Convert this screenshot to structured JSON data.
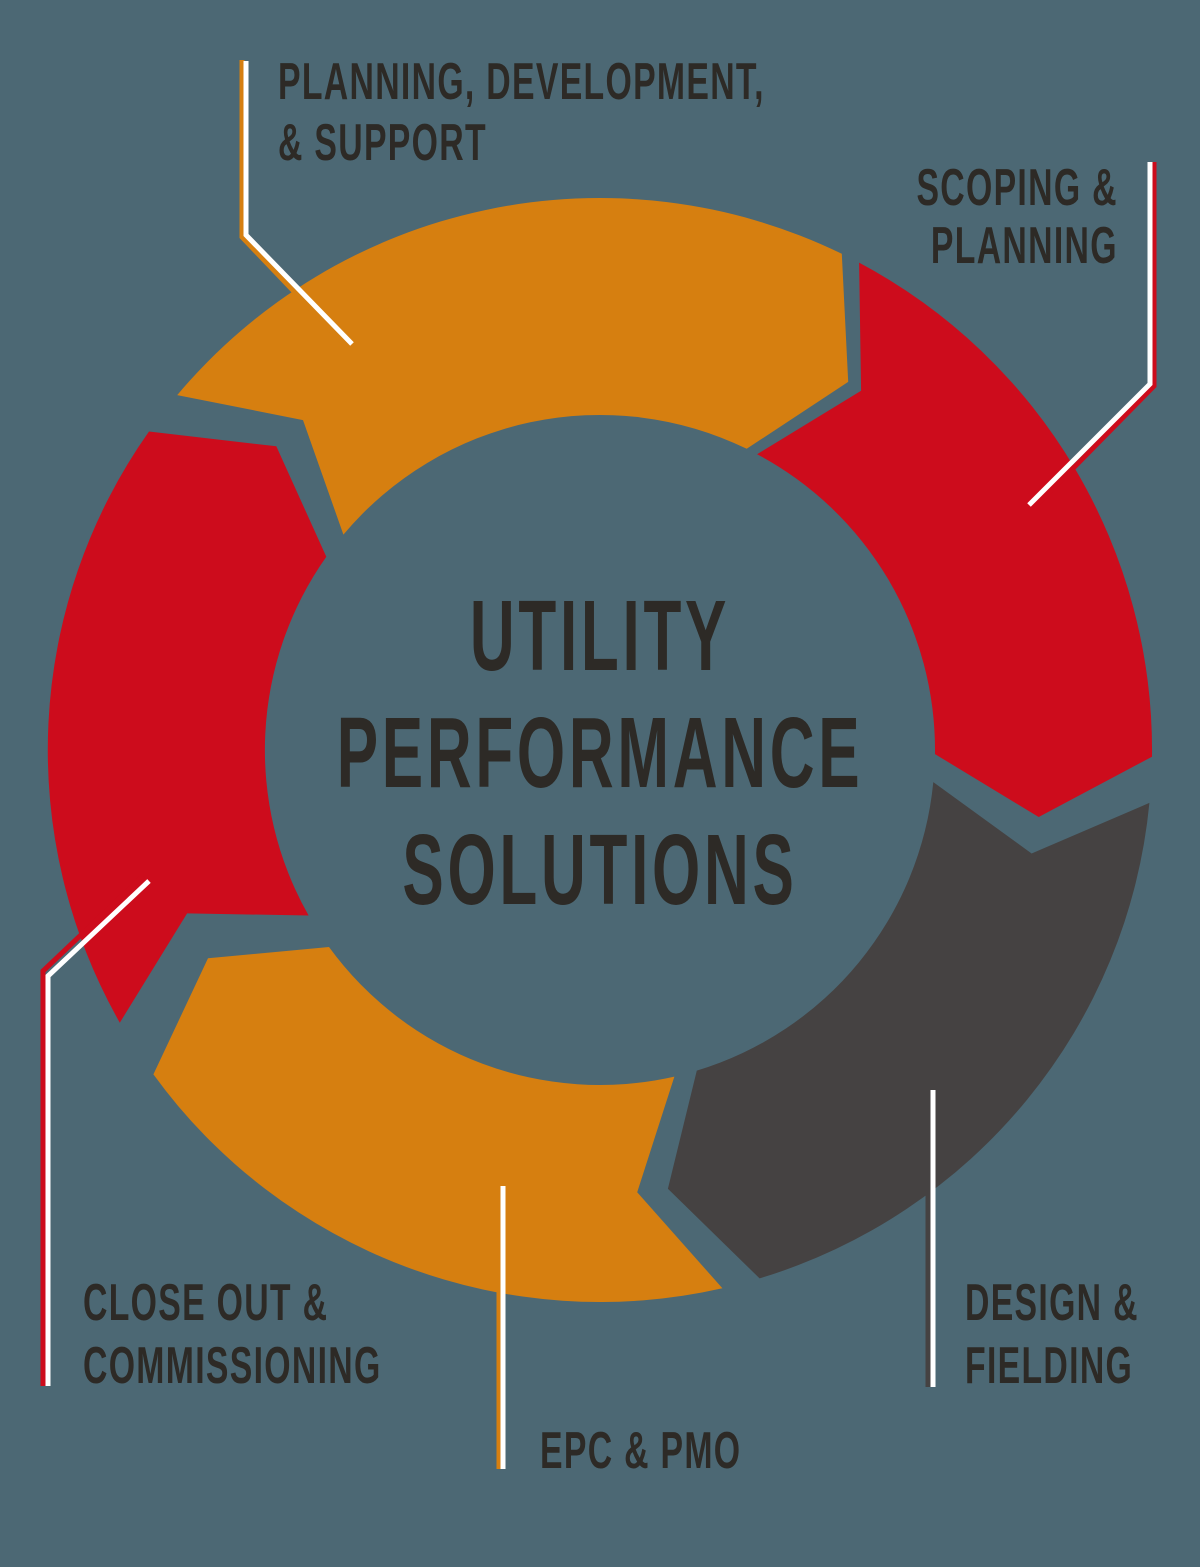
{
  "title": {
    "line1": "UTILITY",
    "line2": "PERFORMANCE",
    "line3": "SOLUTIONS"
  },
  "labels": {
    "planning_development": {
      "line1": "PLANNING, DEVELOPMENT,",
      "line2": "& SUPPORT"
    },
    "scoping_planning": {
      "line1": "SCOPING &",
      "line2": "PLANNING"
    },
    "design_fielding": {
      "line1": "DESIGN &",
      "line2": "FIELDING"
    },
    "epc_pmo": {
      "line1": "EPC & PMO"
    },
    "closeout_commissioning": {
      "line1": "CLOSE OUT &",
      "line2": "COMMISSIONING"
    }
  },
  "cycle_segments": [
    {
      "name": "planning-development-support",
      "position": "top",
      "color_key": "orange"
    },
    {
      "name": "scoping-planning",
      "position": "right",
      "color_key": "red"
    },
    {
      "name": "design-fielding",
      "position": "bottom-right",
      "color_key": "gray"
    },
    {
      "name": "epc-pmo",
      "position": "bottom",
      "color_key": "orange"
    },
    {
      "name": "closeout-commissioning",
      "position": "left",
      "color_key": "red"
    }
  ],
  "colors": {
    "background": "#4c6874",
    "orange": "#d67f10",
    "red": "#cd0c1c",
    "gray": "#454242",
    "text": "#2d2a26",
    "leader_white": "#ffffff"
  }
}
